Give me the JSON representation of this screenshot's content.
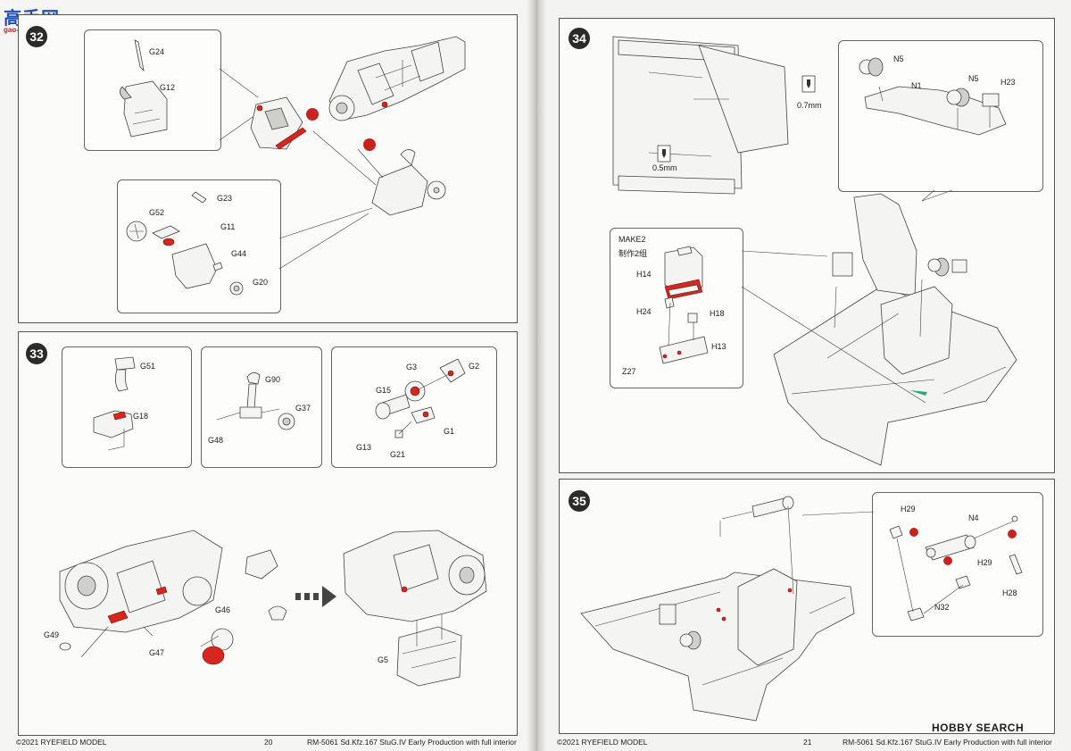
{
  "watermark_top": {
    "brand": "高手网",
    "url": "gao-shou.com"
  },
  "watermark_bottom": {
    "brand": "HOBBY SEARCH"
  },
  "left_page": {
    "step32": {
      "number": "32",
      "labels": {
        "g24": "G24",
        "g12": "G12",
        "g23": "G23",
        "g52": "G52",
        "g11": "G11",
        "g44": "G44",
        "g20": "G20"
      }
    },
    "step33": {
      "number": "33",
      "labels": {
        "g51": "G51",
        "g18": "G18",
        "g90": "G90",
        "g37": "G37",
        "g48": "G48",
        "g3": "G3",
        "g2": "G2",
        "g15": "G15",
        "g1": "G1",
        "g13": "G13",
        "g21": "G21",
        "g46": "G46",
        "g47": "G47",
        "g49": "G49",
        "g5": "G5"
      }
    },
    "footer": {
      "copyright": "©2021 RYEFIELD MODEL",
      "page": "20",
      "title": "RM-5061 Sd.Kfz.167 StuG.IV Early Production with full interior"
    }
  },
  "right_page": {
    "step34": {
      "number": "34",
      "labels": {
        "size_07": "0.7mm",
        "size_05": "0.5mm",
        "n5a": "N5",
        "n5b": "N5",
        "n1": "N1",
        "h23": "H23",
        "make2": "MAKE2",
        "make2_cn": "制作2组",
        "h14": "H14",
        "h24": "H24",
        "h18": "H18",
        "h13": "H13",
        "z27": "Z27"
      }
    },
    "step35": {
      "number": "35",
      "labels": {
        "h29a": "H29",
        "n4": "N4",
        "h29b": "H29",
        "h28": "H28",
        "n32": "N32"
      }
    },
    "footer": {
      "copyright": "©2021 RYEFIELD MODEL",
      "page": "21",
      "title": "RM-5061 Sd.Kfz.167 StuG.IV Early Production with full interior"
    }
  }
}
